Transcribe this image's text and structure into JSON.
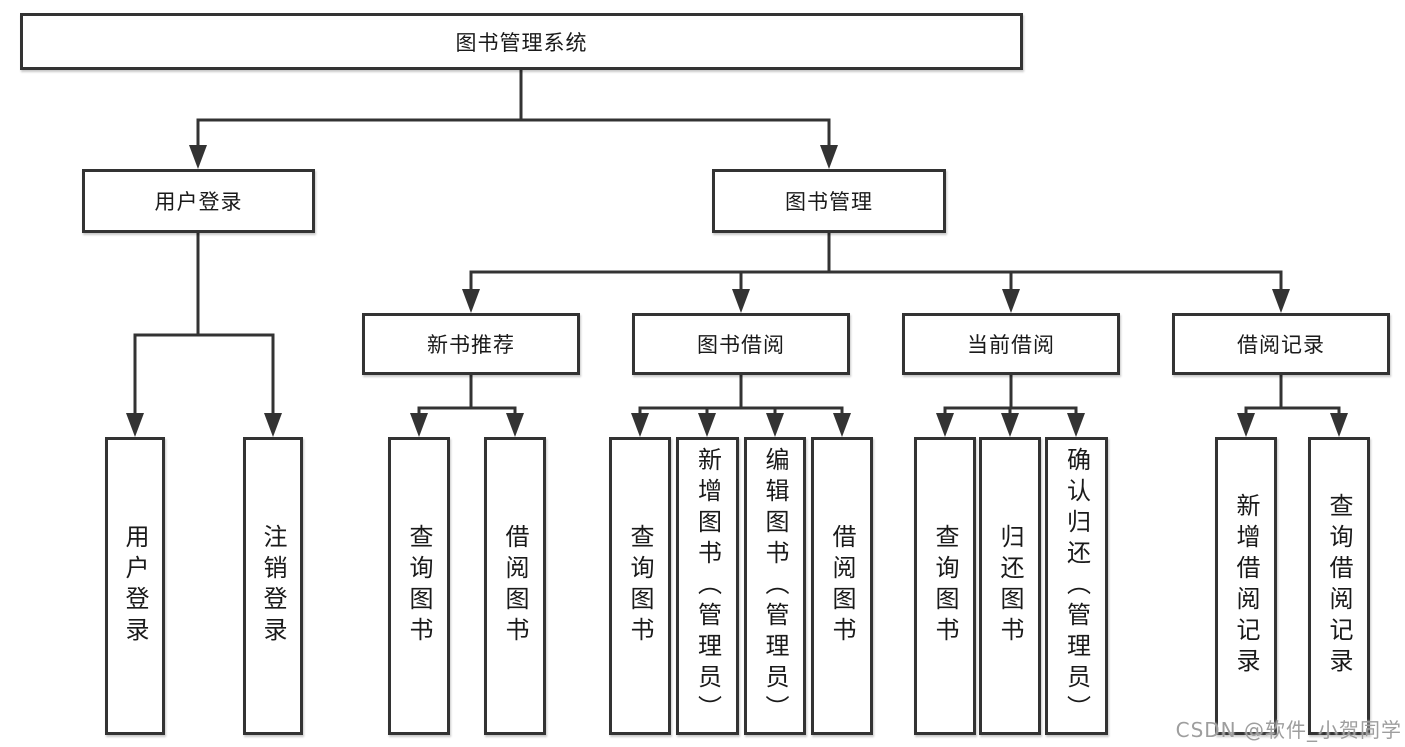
{
  "diagram": {
    "root": {
      "label": "图书管理系统"
    },
    "branches": [
      {
        "label": "用户登录",
        "children": [
          {
            "label": "用户登录"
          },
          {
            "label": "注销登录"
          }
        ]
      },
      {
        "label": "图书管理",
        "children": [
          {
            "label": "新书推荐",
            "children": [
              {
                "label": "查询图书"
              },
              {
                "label": "借阅图书"
              }
            ]
          },
          {
            "label": "图书借阅",
            "children": [
              {
                "label": "查询图书"
              },
              {
                "label": "新增图书（管理员）"
              },
              {
                "label": "编辑图书（管理员）"
              },
              {
                "label": "借阅图书"
              }
            ]
          },
          {
            "label": "当前借阅",
            "children": [
              {
                "label": "查询图书"
              },
              {
                "label": "归还图书"
              },
              {
                "label": "确认归还（管理员）"
              }
            ]
          },
          {
            "label": "借阅记录",
            "children": [
              {
                "label": "新增借阅记录"
              },
              {
                "label": "查询借阅记录"
              }
            ]
          }
        ]
      }
    ]
  },
  "watermark": {
    "text": "CSDN @软件_小贺同学"
  },
  "colors": {
    "line": "#333333",
    "box_border": "#333333",
    "text": "#1a1a1a",
    "watermark": "#9e9e9e",
    "background": "#ffffff"
  }
}
